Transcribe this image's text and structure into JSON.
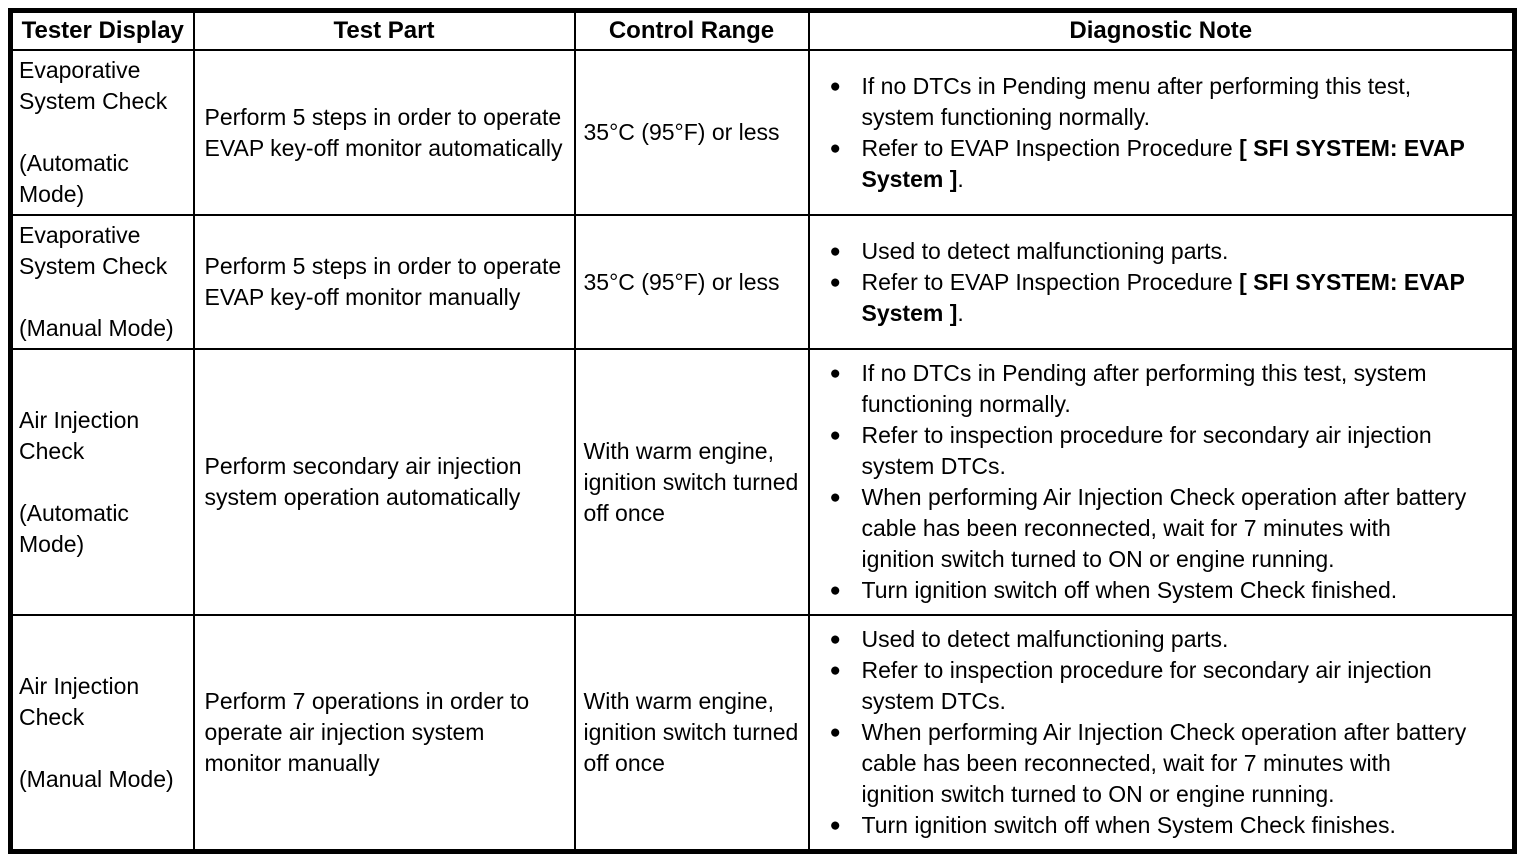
{
  "colors": {
    "text": "#000000",
    "background": "#ffffff",
    "border": "#000000"
  },
  "icons": {
    "bullet": "●"
  },
  "table": {
    "headers": [
      "Tester Display",
      "Test Part",
      "Control Range",
      "Diagnostic Note"
    ],
    "rows": [
      {
        "tester_display": [
          "Evaporative System Check",
          "(Automatic Mode)"
        ],
        "test_part": "Perform 5 steps in order to operate EVAP key-off monitor automatically",
        "control_range": "35°C (95°F) or less",
        "diagnostic_notes": [
          [
            {
              "t": "If no DTCs in Pending menu after performing this test, system functioning normally."
            }
          ],
          [
            {
              "t": "Refer to EVAP Inspection Procedure "
            },
            {
              "t": "[ SFI SYSTEM: EVAP System ]",
              "b": true
            },
            {
              "t": "."
            }
          ]
        ]
      },
      {
        "tester_display": [
          "Evaporative System Check",
          "(Manual Mode)"
        ],
        "test_part": "Perform 5 steps in order to operate EVAP key-off monitor manually",
        "control_range": "35°C (95°F) or less",
        "diagnostic_notes": [
          [
            {
              "t": "Used to detect malfunctioning parts."
            }
          ],
          [
            {
              "t": "Refer to EVAP Inspection Procedure "
            },
            {
              "t": "[ SFI SYSTEM: EVAP System ]",
              "b": true
            },
            {
              "t": "."
            }
          ]
        ]
      },
      {
        "tester_display": [
          "Air Injection Check",
          "(Automatic Mode)"
        ],
        "test_part": "Perform secondary air injection system operation automatically",
        "control_range": "With warm engine, ignition switch turned off once",
        "diagnostic_notes": [
          [
            {
              "t": "If no DTCs in Pending after performing this test, system functioning normally."
            }
          ],
          [
            {
              "t": "Refer to inspection procedure for secondary air injection system DTCs."
            }
          ],
          [
            {
              "t": "When performing Air Injection Check operation after battery cable has been reconnected, wait for 7 minutes with ignition switch turned to ON or engine running."
            }
          ],
          [
            {
              "t": "Turn ignition switch off when System Check finished."
            }
          ]
        ]
      },
      {
        "tester_display": [
          "Air Injection Check",
          "(Manual Mode)"
        ],
        "test_part": "Perform 7 operations in order to operate air injection system monitor manually",
        "control_range": "With warm engine, ignition switch turned off once",
        "diagnostic_notes": [
          [
            {
              "t": "Used to detect malfunctioning parts."
            }
          ],
          [
            {
              "t": "Refer to inspection procedure for secondary air injection system DTCs."
            }
          ],
          [
            {
              "t": "When performing Air Injection Check operation after battery cable has been reconnected, wait for 7 minutes with ignition switch turned to ON or engine running."
            }
          ],
          [
            {
              "t": "Turn ignition switch off when System Check finishes."
            }
          ]
        ]
      }
    ]
  }
}
